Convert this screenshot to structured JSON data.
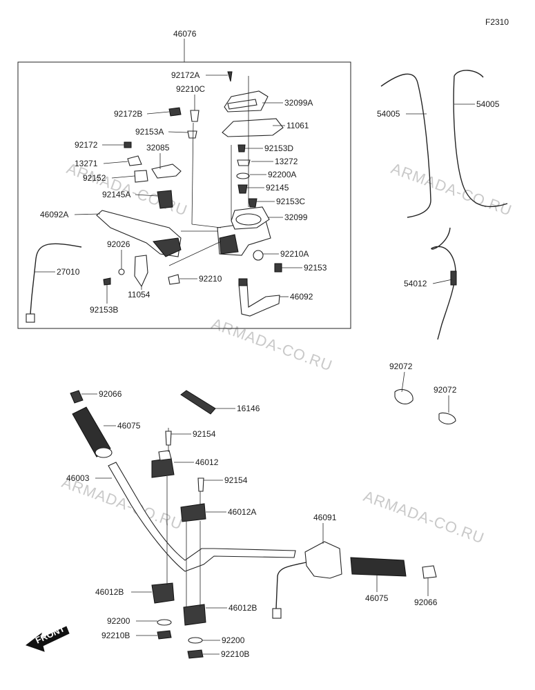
{
  "figure_code": "F2310",
  "watermark_text": "ARMADA-CO.RU",
  "front_marker": "FRONT",
  "assembly_label": "46076",
  "parts": [
    {
      "id": "p1",
      "number": "92172A"
    },
    {
      "id": "p2",
      "number": "92210C"
    },
    {
      "id": "p3",
      "number": "32099A"
    },
    {
      "id": "p4",
      "number": "92172B"
    },
    {
      "id": "p5",
      "number": "11061"
    },
    {
      "id": "p6",
      "number": "92153A"
    },
    {
      "id": "p7",
      "number": "92172"
    },
    {
      "id": "p8",
      "number": "32085"
    },
    {
      "id": "p9",
      "number": "92153D"
    },
    {
      "id": "p10",
      "number": "13271"
    },
    {
      "id": "p11",
      "number": "13272"
    },
    {
      "id": "p12",
      "number": "92152"
    },
    {
      "id": "p13",
      "number": "92200A"
    },
    {
      "id": "p14",
      "number": "92145"
    },
    {
      "id": "p15",
      "number": "92145A"
    },
    {
      "id": "p16",
      "number": "92153C"
    },
    {
      "id": "p17",
      "number": "46092A"
    },
    {
      "id": "p18",
      "number": "32099"
    },
    {
      "id": "p19",
      "number": "92026"
    },
    {
      "id": "p20",
      "number": "92210A"
    },
    {
      "id": "p21",
      "number": "27010"
    },
    {
      "id": "p22",
      "number": "92153"
    },
    {
      "id": "p23",
      "number": "92210"
    },
    {
      "id": "p24",
      "number": "11054"
    },
    {
      "id": "p25",
      "number": "46092"
    },
    {
      "id": "p26",
      "number": "92153B"
    },
    {
      "id": "p27",
      "number": "54005"
    },
    {
      "id": "p28",
      "number": "54005"
    },
    {
      "id": "p29",
      "number": "54012"
    },
    {
      "id": "p30",
      "number": "92072"
    },
    {
      "id": "p31",
      "number": "92072"
    },
    {
      "id": "p32",
      "number": "92066"
    },
    {
      "id": "p33",
      "number": "16146"
    },
    {
      "id": "p34",
      "number": "46075"
    },
    {
      "id": "p35",
      "number": "92154"
    },
    {
      "id": "p36",
      "number": "46012"
    },
    {
      "id": "p37",
      "number": "46003"
    },
    {
      "id": "p38",
      "number": "92154"
    },
    {
      "id": "p39",
      "number": "46012A"
    },
    {
      "id": "p40",
      "number": "46091"
    },
    {
      "id": "p41",
      "number": "46012B"
    },
    {
      "id": "p42",
      "number": "46075"
    },
    {
      "id": "p43",
      "number": "92066"
    },
    {
      "id": "p44",
      "number": "46012B"
    },
    {
      "id": "p45",
      "number": "92200"
    },
    {
      "id": "p46",
      "number": "92210B"
    },
    {
      "id": "p47",
      "number": "92200"
    },
    {
      "id": "p48",
      "number": "92210B"
    }
  ]
}
